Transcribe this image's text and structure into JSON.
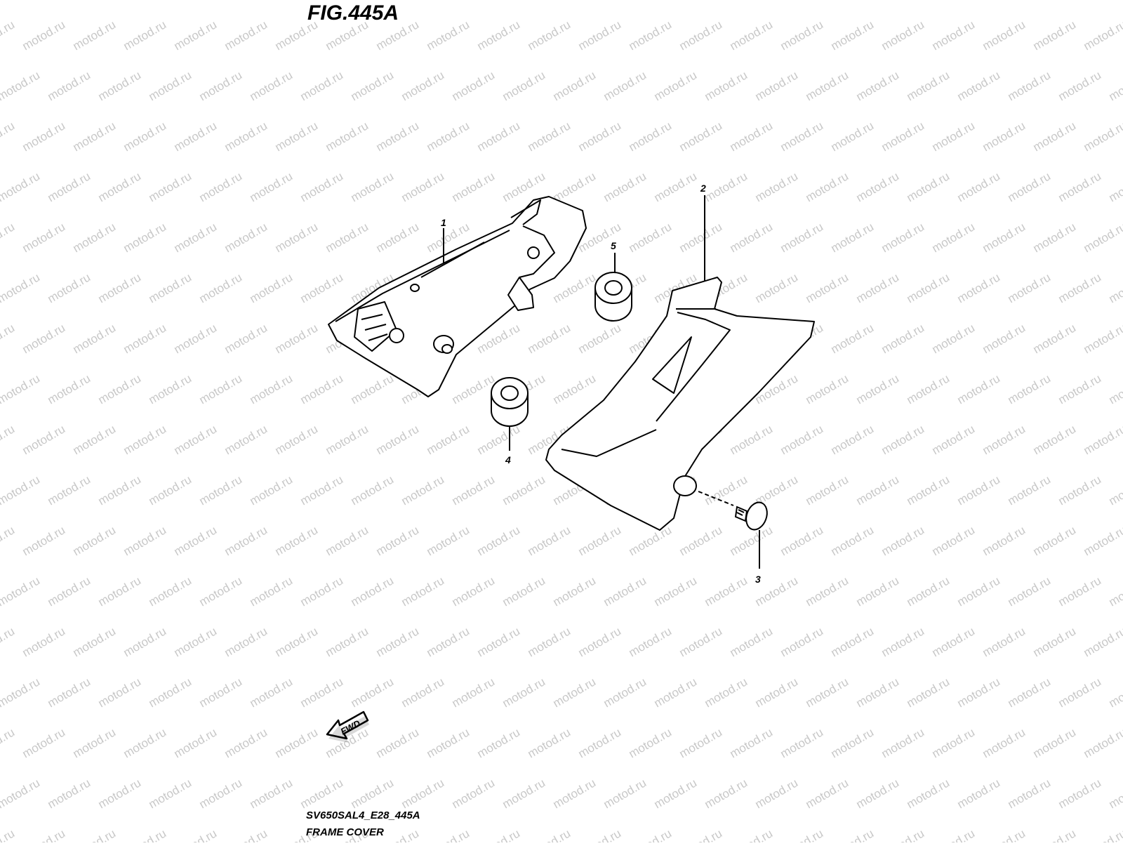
{
  "figure": {
    "title": "FIG.445A",
    "code": "SV650SAL4_E28_445A",
    "caption": "FRAME COVER"
  },
  "watermark": {
    "text": "motod.ru",
    "color": "#c8c8c8"
  },
  "callouts": [
    "1",
    "2",
    "3",
    "4",
    "5"
  ],
  "direction_arrow": {
    "label": "FWD"
  },
  "colors": {
    "ink": "#000000",
    "background": "#ffffff"
  }
}
